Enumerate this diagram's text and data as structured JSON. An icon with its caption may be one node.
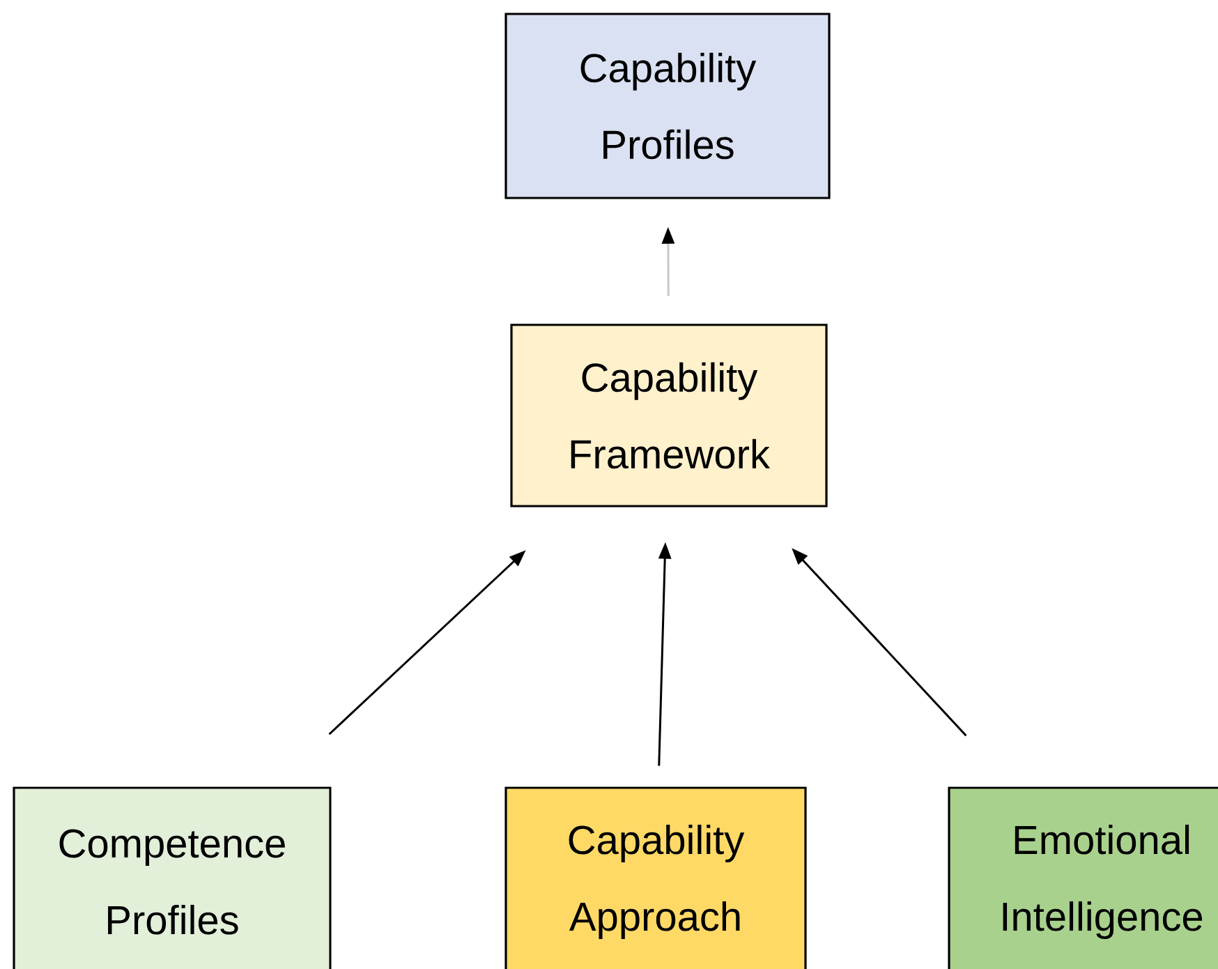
{
  "diagram": {
    "nodes": [
      {
        "text": [
          "Capability Profiles"
        ]
      },
      {
        "text": [
          "Capability Framework"
        ]
      },
      {
        "text": [
          "Competence Profiles"
        ]
      },
      {
        "text": [
          "Capability Approach"
        ]
      },
      {
        "text": [
          "Emotional Intelligence"
        ]
      }
    ],
    "edges": [
      {
        "from": 1,
        "to": 0,
        "arrow": "to",
        "color": "#c8c8c8"
      },
      {
        "from": 2,
        "to": 1,
        "arrow": "to"
      },
      {
        "from": 3,
        "to": 1,
        "arrow": "to"
      },
      {
        "from": 4,
        "to": 1,
        "arrow": "to"
      }
    ]
  }
}
